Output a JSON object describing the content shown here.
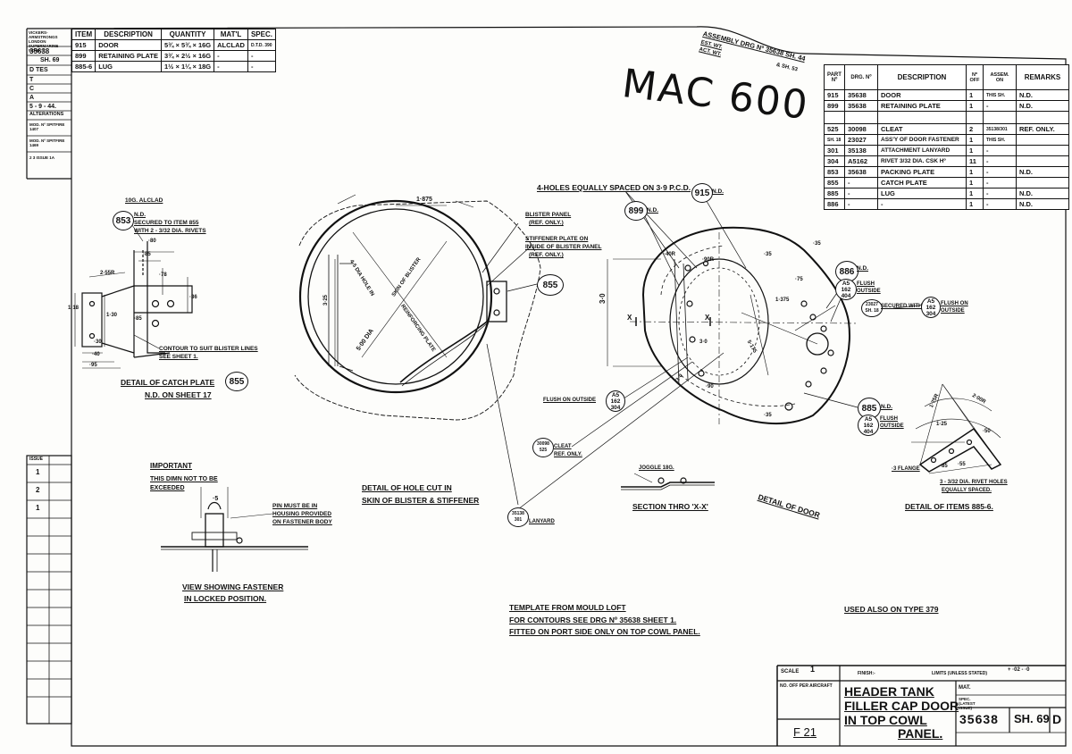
{
  "handwritten": "MAC 600",
  "left_strip": {
    "firm": "Vickers-Armstrongs London Supermarine Works",
    "drawing_no": "35638",
    "sheet": "SH. 69",
    "dates_label": "D TES",
    "letters": [
      "T",
      "C",
      "A"
    ],
    "date": "5 - 9 - 44.",
    "alterations_label": "ALTERATIONS",
    "mod_1": "MOD. Nº SPITFIRE 1407",
    "mod_2": "MOD. Nº SPITFIRE 1469",
    "mod_3": "2 3 ISSUE 1A",
    "issue_label": "ISSUE",
    "issues": [
      "1",
      "2",
      "1"
    ]
  },
  "parts_table_left": {
    "headers": [
      "ITEM",
      "DESCRIPTION",
      "QUANTITY",
      "MAT'L",
      "SPEC."
    ],
    "rows": [
      {
        "item": "915",
        "desc": "DOOR",
        "qty": "5¾ × 5¾ × 16G",
        "mat": "ALCLAD",
        "spec": "D.T.D. 390"
      },
      {
        "item": "899",
        "desc": "RETAINING PLATE",
        "qty": "3¾ × 2½ × 16G",
        "mat": "-",
        "spec": "-"
      },
      {
        "item": "885-6",
        "desc": "LUG",
        "qty": "1½ × 1¼ × 18G",
        "mat": "-",
        "spec": "-"
      }
    ]
  },
  "assembly_ref": {
    "line1": "ASSEMBLY DRG Nº 35638 SH. 44",
    "line2": "EST. WT.",
    "line3": "ACT. WT.",
    "line4": "& SH. 53"
  },
  "parts_table_right": {
    "headers": [
      "PART Nº",
      "DRG. Nº",
      "DESCRIPTION",
      "Nº OFF",
      "ASSEM. ON",
      "REMARKS"
    ],
    "rows": [
      [
        "915",
        "35638",
        "DOOR",
        "1",
        "THIS SH.",
        "N.D."
      ],
      [
        "899",
        "35638",
        "RETAINING PLATE",
        "1",
        "-",
        "N.D."
      ],
      [
        "",
        "",
        "",
        "",
        "",
        ""
      ],
      [
        "525",
        "30098",
        "CLEAT",
        "2",
        "35138/301",
        "REF. ONLY."
      ],
      [
        "SH. 18",
        "23027",
        "ASS'Y OF DOOR FASTENER",
        "1",
        "THIS SH.",
        ""
      ],
      [
        "301",
        "35138",
        "ATTACHMENT LANYARD",
        "1",
        "-",
        ""
      ],
      [
        "304",
        "A5162",
        "RIVET 3/32 DIA. CSK Hº",
        "11",
        "-",
        ""
      ],
      [
        "853",
        "35638",
        "PACKING PLATE",
        "1",
        "-",
        "N.D."
      ],
      [
        "855",
        "-",
        "CATCH PLATE",
        "1",
        "-",
        ""
      ],
      [
        "885",
        "-",
        "LUG",
        "1",
        "-",
        "N.D."
      ],
      [
        "886",
        "-",
        "-",
        "1",
        "-",
        "N.D."
      ]
    ]
  },
  "catch_plate": {
    "material": "10G. ALCLAD",
    "item": "853",
    "nd": "N.D.",
    "note1": "SECURED TO ITEM 855",
    "note2": "WITH 2 - 3/32 DIA. RIVETS",
    "contour1": "CONTOUR TO SUIT BLISTER LINES",
    "contour2": "SEE SHEET 1.",
    "caption1": "DETAIL OF CATCH PLATE",
    "caption_item": "855",
    "caption2": "N.D. ON SHEET 17",
    "dims": [
      "·80",
      "·85",
      "·78",
      "·36",
      "1·30",
      "·85",
      "·30",
      "·40",
      "·95",
      "2·55R",
      "1·18"
    ]
  },
  "hole_cut": {
    "dim_top": "1·875",
    "dim_left": "3·25",
    "dia_hole": "4·5 DIA HOLE IN",
    "skin": "SKIN OF BLISTER",
    "stiffener_dia": "5·00 DIA",
    "reinforcing": "REINFORCING PLATE",
    "item": "855",
    "blister1": "BLISTER PANEL",
    "blister2": "(REF. ONLY.)",
    "stiff1": "STIFFENER PLATE ON",
    "stiff2": "INSIDE OF BLISTER PANEL",
    "stiff3": "(REF. ONLY.)",
    "caption1": "DETAIL OF HOLE CUT IN",
    "caption2": "SKIN OF BLISTER & STIFFENER"
  },
  "door": {
    "holes_note": "4-HOLES EQUALLY SPACED ON 3·9 P.C.D.",
    "items": [
      "899",
      "915",
      "886"
    ],
    "nd": "N.D.",
    "flush_outside": "FLUSH ON OUTSIDE",
    "flush": "FLUSH",
    "outside": "OUTSIDE",
    "flush_on": "FLUSH ON",
    "rivet_ref": [
      "A5",
      "162",
      "404"
    ],
    "rivet_ref2": [
      "A5",
      "162",
      "304"
    ],
    "rivet_ref3": [
      "A5",
      "162",
      "404"
    ],
    "secured_ref": "23027 SH. 18",
    "secured_with": "SECURED WITH",
    "item_885": "885",
    "cleat_ref": [
      "30098",
      "525"
    ],
    "cleat": "CLEAT",
    "ref_only": "REF. ONLY.",
    "lanyard_ref": [
      "35138",
      "301"
    ],
    "lanyard": "LANYARD",
    "x_mark": "X",
    "dims": [
      "·40R",
      "·90R",
      "·35",
      "1·375",
      "·75",
      "3·0",
      "3·0",
      "5·175",
      "·90",
      "3·0",
      "·35",
      "·35"
    ],
    "caption": "DETAIL OF DOOR"
  },
  "section_xx": {
    "joggle": "JOGGLE 18G.",
    "caption": "SECTION THRO 'X-X'"
  },
  "items_885": {
    "dims": [
      "1·75R",
      "2·00R",
      "1·25",
      "·85",
      "·55",
      "·50"
    ],
    "flange": "·3 FLANGE",
    "holes1": "3 - 3/32 DIA. RIVET HOLES",
    "holes2": "EQUALLY SPACED.",
    "caption": "DETAIL OF ITEMS 885-6."
  },
  "fastener": {
    "important": "IMPORTANT",
    "this_dim": "THIS DIMN NOT TO BE",
    "exceeded": "EXCEEDED",
    "dim": "·5",
    "pin1": "PIN MUST BE IN",
    "pin2": "HOUSING PROVIDED",
    "pin3": "ON FASTENER BODY",
    "caption1": "VIEW SHOWING FASTENER",
    "caption2": "IN LOCKED POSITION."
  },
  "notes": {
    "template": "TEMPLATE FROM MOULD LOFT",
    "contours": "FOR CONTOURS SEE DRG Nº 35638 SHEET 1.",
    "fitted": "FITTED ON PORT SIDE ONLY ON TOP COWL PANEL.",
    "used_also": "USED ALSO ON TYPE 379"
  },
  "title_block": {
    "scale_label": "SCALE",
    "scale_value": "1",
    "no_off_label": "NO. OFF PER AIRCRAFT",
    "finish_label": "FINISH:-",
    "limits_label": "LIMITS (UNLESS STATED)",
    "limits_value": "+ ·02 - ·0",
    "title1": "HEADER TANK",
    "title2": "FILLER CAP DOOR",
    "title3": "IN TOP COWL",
    "title4": "PANEL.",
    "mat_label": "MAT.",
    "spec_label": "SPEC. (LATEST ISSUE)",
    "drg_no": "35638",
    "sheet": "SH. 69",
    "issue": "D",
    "ref": "F 21"
  }
}
